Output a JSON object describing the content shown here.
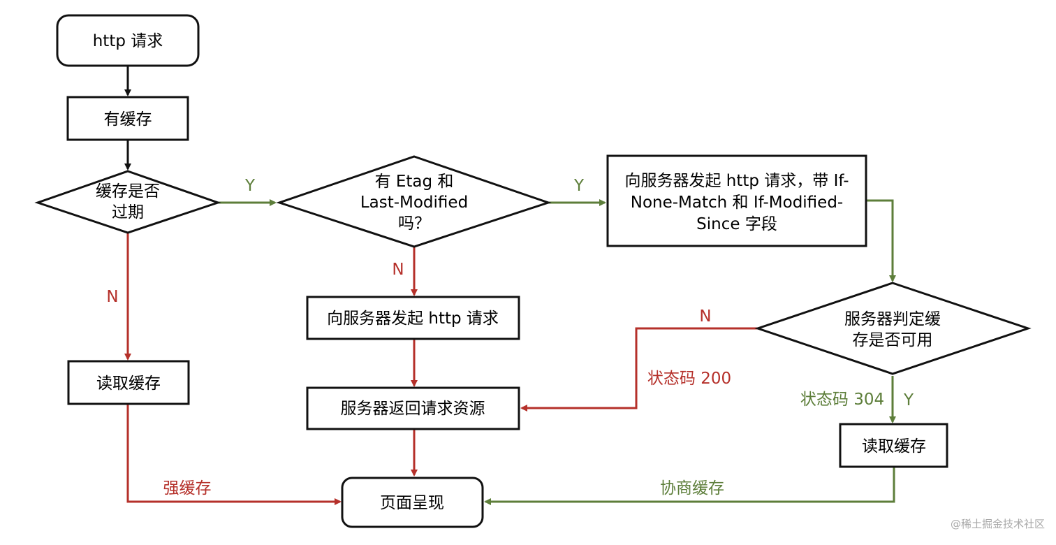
{
  "nodes": {
    "http_request": "http 请求",
    "has_cache": "有缓存",
    "cache_expired": [
      "缓存是否",
      "过期"
    ],
    "etag_check": [
      "有 Etag 和",
      "Last-Modified",
      "吗？"
    ],
    "send_conditional": [
      "向服务器发起 http 请求，带 If-",
      "None-Match 和 If-Modified-",
      "Since 字段"
    ],
    "send_http": "向服务器发起 http 请求",
    "server_return": "服务器返回请求资源",
    "read_cache_left": "读取缓存",
    "page_render": "页面呈现",
    "server_check": [
      "服务器判定缓",
      "存是否可用"
    ],
    "read_cache_right": "读取缓存"
  },
  "edge_labels": {
    "y1": "Y",
    "y2": "Y",
    "n1": "N",
    "n2": "N",
    "n3": "N",
    "status_200": "状态码 200",
    "status_304": "状态码 304",
    "y3": "Y",
    "strong_cache": "强缓存",
    "negotiated_cache": "协商缓存"
  },
  "colors": {
    "neutral": "#111111",
    "red": "#b5302a",
    "green": "#5d7e3a"
  },
  "watermark": "@稀土掘金技术社区"
}
